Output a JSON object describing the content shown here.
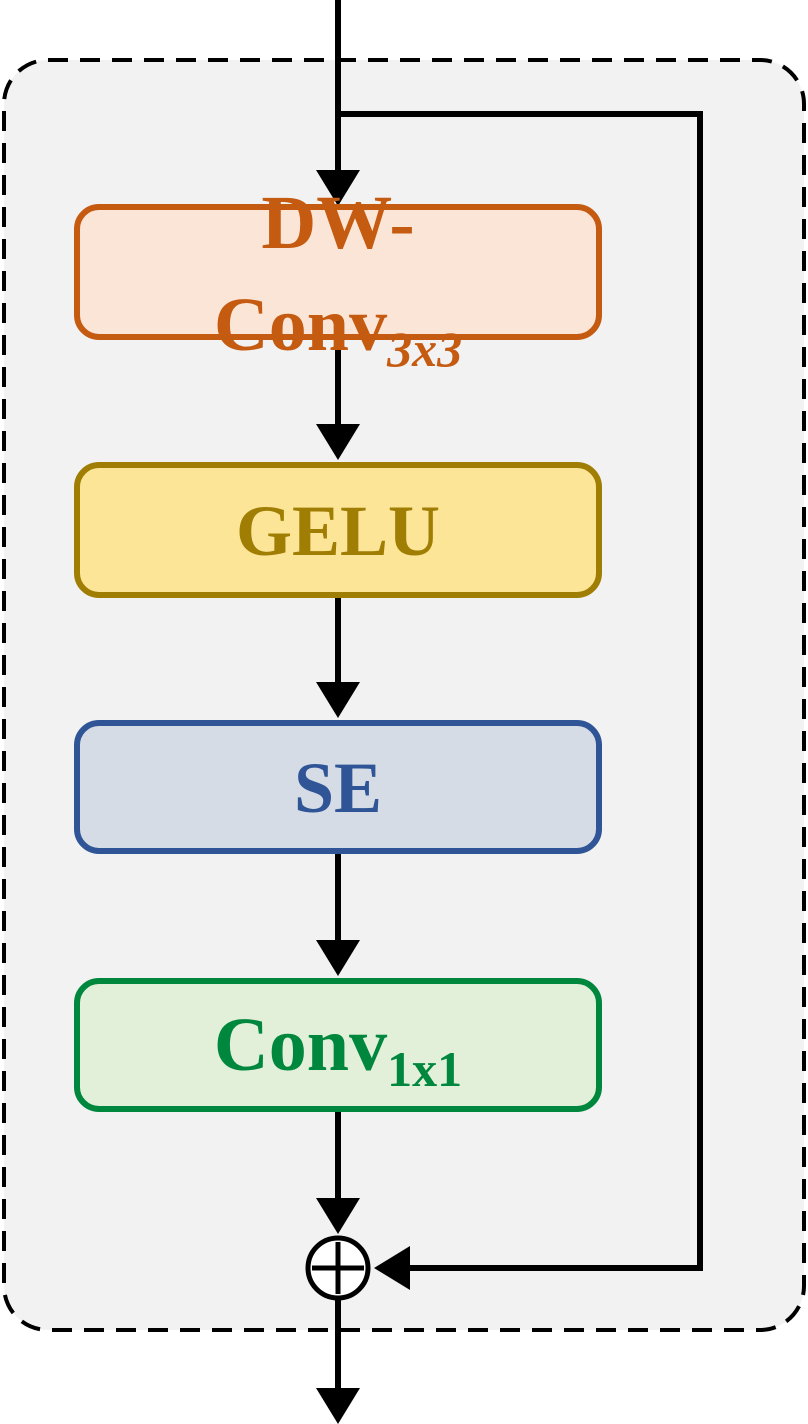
{
  "blocks": {
    "dwconv": {
      "line1": "DW-",
      "line2_main": "Conv",
      "line2_sub": "3x3",
      "text_color": "#c55a11",
      "fill": "#fbe5d6",
      "stroke": "#c55a11"
    },
    "gelu": {
      "label": "GELU",
      "text_color": "#a07e04",
      "fill": "#fde598",
      "stroke": "#a07e04"
    },
    "se": {
      "label": "SE",
      "text_color": "#2f5597",
      "fill": "#d6dce5",
      "stroke": "#2f5597"
    },
    "conv1x1": {
      "label_main": "Conv",
      "label_sub": "1x1",
      "text_color": "#00873e",
      "fill": "#e2f0d9",
      "stroke": "#00873e"
    }
  },
  "sum_node": {
    "symbol": "add-circle"
  },
  "container": {
    "fill": "#f2f2f2",
    "stroke": "#000000",
    "dashed": true
  }
}
